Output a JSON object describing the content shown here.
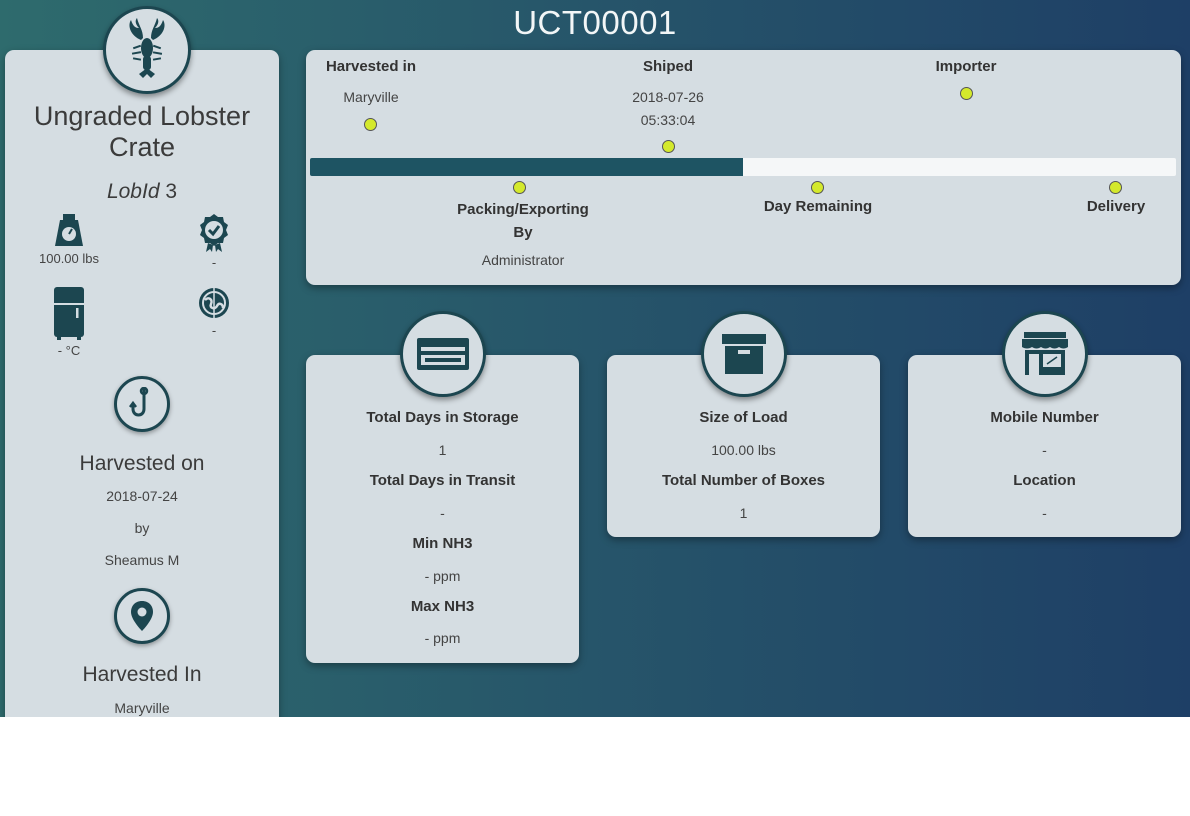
{
  "header": {
    "title": "UCT00001"
  },
  "crate": {
    "name": "Ungraded Lobster Crate",
    "lobid_label": "LobId",
    "lobid_value": "3",
    "weight": "100.00 lbs",
    "grade": "-",
    "temperature": "- °C",
    "region": "-",
    "harvested_on_heading": "Harvested on",
    "harvested_on_date": "2018-07-24",
    "by_label": "by",
    "harvester": "Sheamus M",
    "harvested_in_heading": "Harvested In",
    "harvested_in_value": "Maryville"
  },
  "timeline": {
    "harvested_in_label": "Harvested in",
    "harvested_in_value": "Maryville",
    "shiped_label": "Shiped",
    "shiped_date": "2018-07-26",
    "shiped_time": "05:33:04",
    "importer_label": "Importer",
    "packing_label_line1": "Packing/Exporting",
    "packing_label_line2": "By",
    "packing_value": "Administrator",
    "day_remaining_label": "Day Remaining",
    "delivery_label": "Delivery",
    "progress_fraction": 0.5,
    "colors": {
      "dot": "#d4e92c",
      "bar_fill": "#1e5463",
      "bar_track": "#f5f7f8"
    }
  },
  "storage_card": {
    "icon": "storage-drawer-icon",
    "days_storage_label": "Total Days in Storage",
    "days_storage_value": "1",
    "days_transit_label": "Total Days in Transit",
    "days_transit_value": "-",
    "min_nh3_label": "Min NH3",
    "min_nh3_value": "- ppm",
    "max_nh3_label": "Max NH3",
    "max_nh3_value": "- ppm"
  },
  "load_card": {
    "icon": "box-icon",
    "size_label": "Size of Load",
    "size_value": "100.00 lbs",
    "boxes_label": "Total Number of Boxes",
    "boxes_value": "1"
  },
  "contact_card": {
    "icon": "store-icon",
    "mobile_label": "Mobile Number",
    "mobile_value": "-",
    "location_label": "Location",
    "location_value": "-"
  }
}
